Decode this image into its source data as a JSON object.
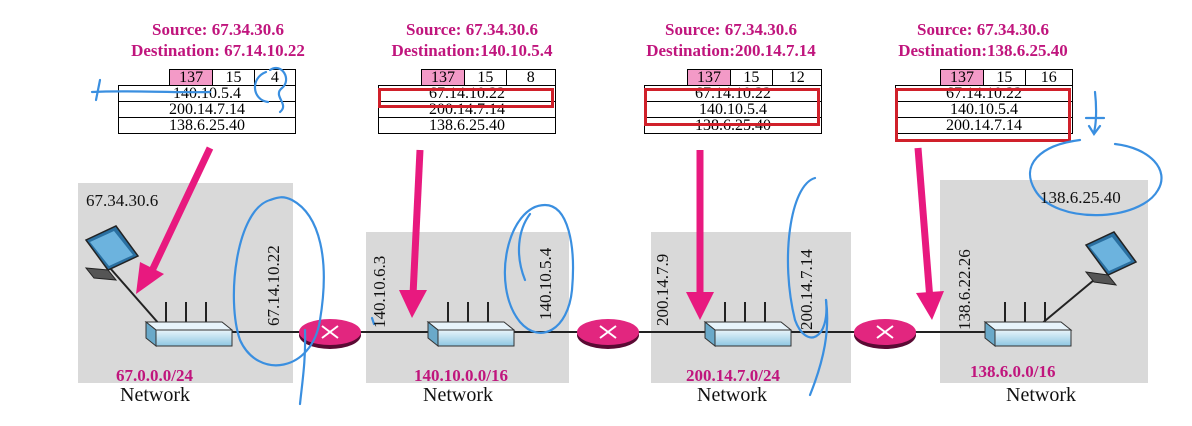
{
  "panels": [
    {
      "source": "Source: 67.34.30.6",
      "destination": "Destination: 67.14.10.22",
      "option": {
        "code": "137",
        "length": "15",
        "pointer": "4",
        "addresses": [
          "140.10.5.4",
          "200.14.7.14",
          "138.6.25.40"
        ]
      }
    },
    {
      "source": "Source: 67.34.30.6",
      "destination": "Destination:140.10.5.4",
      "option": {
        "code": "137",
        "length": "15",
        "pointer": "8",
        "addresses": [
          "67.14.10.22",
          "200.14.7.14",
          "138.6.25.40"
        ]
      }
    },
    {
      "source": "Source: 67.34.30.6",
      "destination": "Destination:200.14.7.14",
      "option": {
        "code": "137",
        "length": "15",
        "pointer": "12",
        "addresses": [
          "67.14.10.22",
          "140.10.5.4",
          "138.6.25.40"
        ]
      }
    },
    {
      "source": "Source: 67.34.30.6",
      "destination": "Destination:138.6.25.40",
      "option": {
        "code": "137",
        "length": "15",
        "pointer": "16",
        "addresses": [
          "67.14.10.22",
          "140.10.5.4",
          "200.14.7.14"
        ]
      }
    }
  ],
  "networks": [
    {
      "prefix": "67.0.0.0/24",
      "label": "Network",
      "host_ip": "67.34.30.6",
      "router_ip": "67.14.10.22"
    },
    {
      "prefix": "140.10.0.0/16",
      "label": "Network",
      "left_ip": "140.10.6.3",
      "right_ip": "140.10.5.4"
    },
    {
      "prefix": "200.14.7.0/24",
      "label": "Network",
      "left_ip": "200.14.7.9",
      "right_ip": "200.14.7.14"
    },
    {
      "prefix": "138.6.0.0/16",
      "label": "Network",
      "router_ip": "138.6.22.26",
      "host_ip": "138.6.25.40"
    }
  ],
  "colors": {
    "accent": "#c0157d",
    "arrow": "#e8197f",
    "highlight": "#d0202a",
    "option_code": "#f39ac7",
    "lan": "#d9d9d9",
    "annotation": "#3a8fe0"
  }
}
